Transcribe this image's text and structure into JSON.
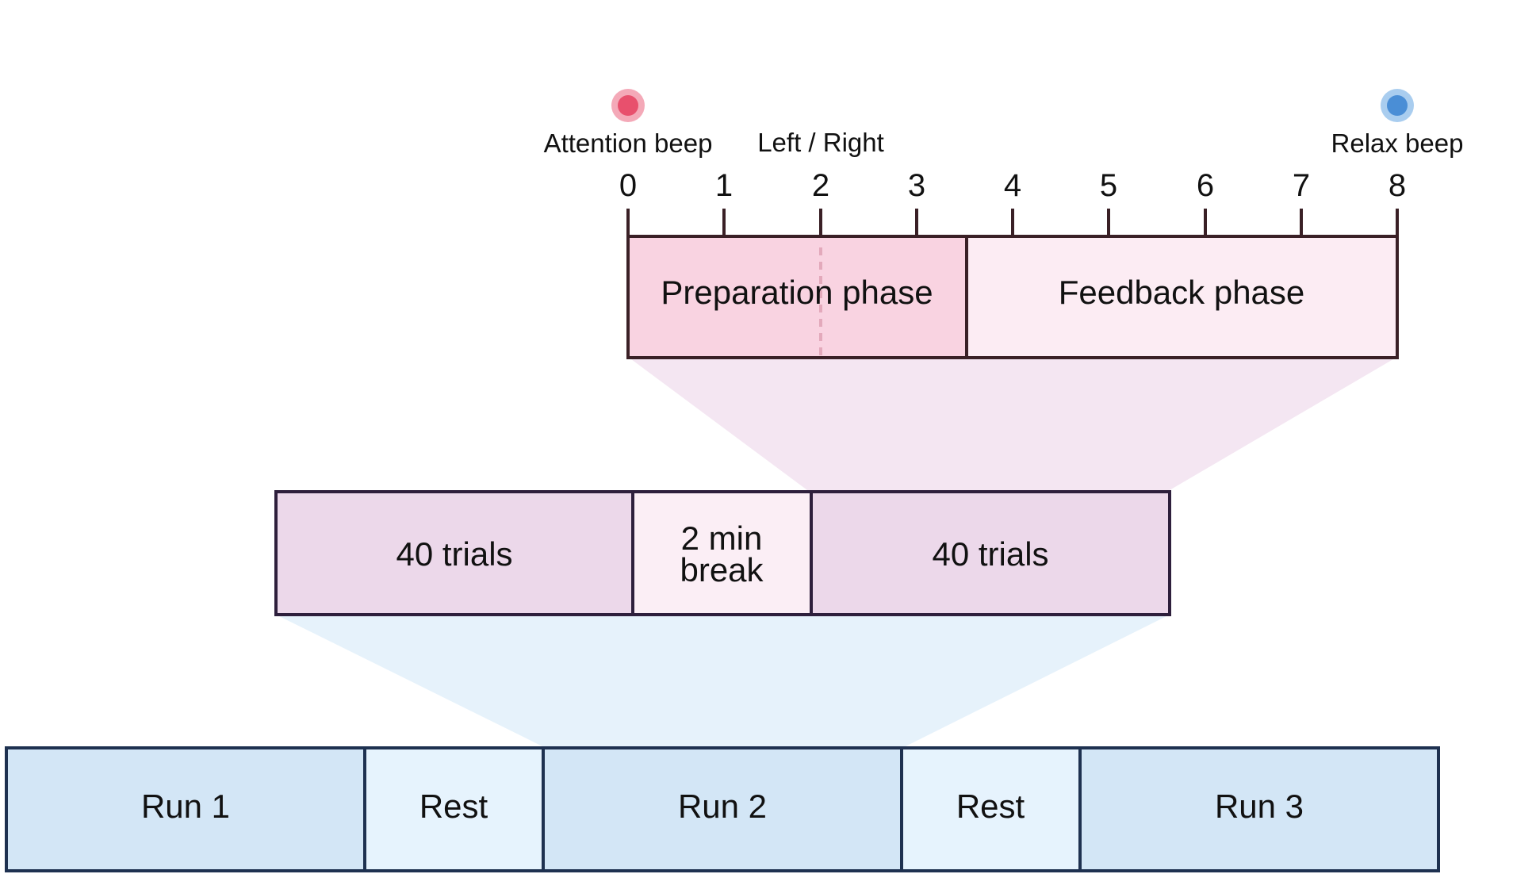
{
  "colors": {
    "outline_dark": "#3a2026",
    "outline_purple": "#2e1f3c",
    "outline_navy": "#1e3150",
    "preparation_fill": "#f9d3e1",
    "feedback_fill": "#fcecf3",
    "trials_fill": "#ecd8ea",
    "break_fill": "#fbeef5",
    "run_fill": "#d3e6f6",
    "rest_fill": "#e6f3fd",
    "zoom_upper": "#f4e6f2",
    "zoom_lower": "#e6f2fb",
    "attention_dot": "#e8506d",
    "attention_halo": "#f4a9b8",
    "relax_dot": "#4a8ed6",
    "relax_halo": "#a9cdef",
    "cue_line": "#e3a9bb"
  },
  "trial_timeline": {
    "ticks": [
      "0",
      "1",
      "2",
      "3",
      "4",
      "5",
      "6",
      "7",
      "8"
    ],
    "events": {
      "attention": "Attention beep",
      "cue": "Left / Right",
      "relax": "Relax beep"
    },
    "phases": {
      "preparation": "Preparation phase",
      "feedback": "Feedback phase"
    }
  },
  "run_structure": {
    "first_block": "40 trials",
    "break_line1": "2 min",
    "break_line2": "break",
    "second_block": "40 trials"
  },
  "session": {
    "run1": "Run 1",
    "rest1": "Rest",
    "run2": "Run 2",
    "rest2": "Rest",
    "run3": "Run 3"
  },
  "icons": {
    "attention": "attention-beep-icon",
    "relax": "relax-beep-icon"
  }
}
